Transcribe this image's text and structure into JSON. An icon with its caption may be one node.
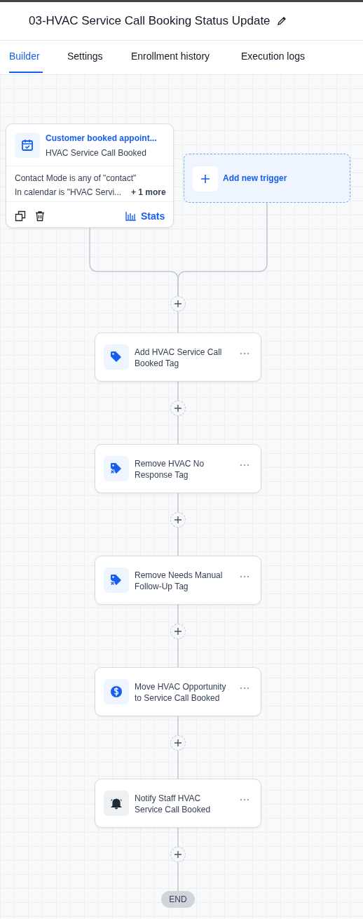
{
  "diagram": {
    "title": "03-HVAC Service Call Booking Status Update",
    "nodes": [
      {
        "text": [
          "Customer booked appoint...",
          "HVAC Service Call Booked",
          "Contact Mode is any of \"contact\"",
          "In calendar is \"HVAC Servi...",
          "+ 1 more",
          "Stats"
        ]
      },
      {
        "text": [
          "Add new trigger"
        ]
      },
      {
        "text": [],
        "shape": "circle"
      },
      {
        "text": [
          "Add HVAC Service Call Booked Tag"
        ]
      },
      {
        "text": [],
        "shape": "circle"
      },
      {
        "text": [
          "Remove HVAC No Response Tag"
        ]
      },
      {
        "text": [],
        "shape": "circle"
      },
      {
        "text": [
          "Remove Needs Manual Follow-Up Tag"
        ]
      },
      {
        "text": [],
        "shape": "circle"
      },
      {
        "text": [
          "Move HVAC Opportunity to Service Call Booked"
        ]
      },
      {
        "text": [],
        "shape": "circle"
      },
      {
        "text": [
          "Notify Staff HVAC Service Call Booked"
        ]
      },
      {
        "text": [],
        "shape": "circle"
      },
      {
        "text": [
          "END"
        ]
      }
    ],
    "edges": [
      {
        "from": 0,
        "to": 2,
        "arrow": "none"
      },
      {
        "from": 1,
        "to": 2,
        "arrow": "none"
      },
      {
        "from": 2,
        "to": 3,
        "arrow": "none"
      },
      {
        "from": 3,
        "to": 4,
        "arrow": "none"
      },
      {
        "from": 4,
        "to": 5,
        "arrow": "none"
      },
      {
        "from": 5,
        "to": 6,
        "arrow": "none"
      },
      {
        "from": 6,
        "to": 7,
        "arrow": "none"
      },
      {
        "from": 7,
        "to": 8,
        "arrow": "none"
      },
      {
        "from": 8,
        "to": 9,
        "arrow": "none"
      },
      {
        "from": 9,
        "to": 10,
        "arrow": "none"
      },
      {
        "from": 10,
        "to": 11,
        "arrow": "none"
      },
      {
        "from": 11,
        "to": 12,
        "arrow": "none"
      },
      {
        "from": 12,
        "to": 13,
        "arrow": "none"
      }
    ],
    "labels": [
      "Builder",
      "Settings",
      "Enrollment history",
      "Execution logs"
    ]
  }
}
